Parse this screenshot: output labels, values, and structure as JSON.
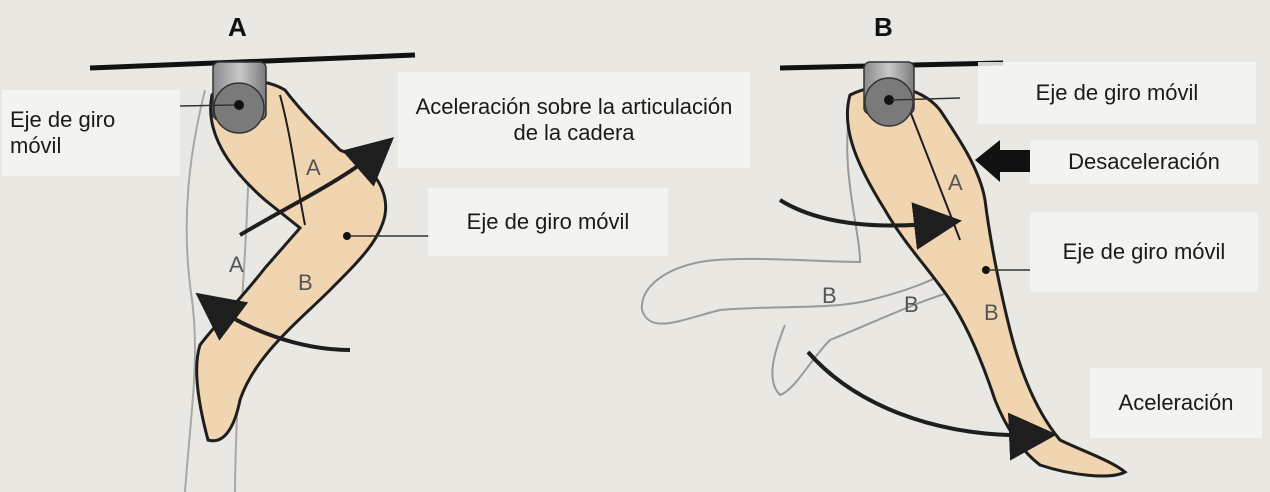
{
  "panel_a": {
    "letter": "A",
    "labels": {
      "pivot": "Eje de giro móvil",
      "hip_acceleration": "Aceleración sobre la articulación de la cadera",
      "knee_pivot": "Eje de giro móvil"
    },
    "segments": {
      "thigh": "A",
      "shank": "B",
      "back_leg": "A"
    }
  },
  "panel_b": {
    "letter": "B",
    "labels": {
      "pivot": "Eje de giro móvil",
      "deceleration": "Desaceleración",
      "knee_pivot": "Eje de giro móvil",
      "acceleration": "Aceleración"
    },
    "segments": {
      "thigh": "A",
      "shank": "B",
      "back_thigh": "B",
      "back_shank": "B"
    }
  },
  "colors": {
    "background": "#e9e8e3",
    "limb_fill": "#f0d5b0",
    "outline": "#1e1e1e",
    "ghost_outline": "#9a9a9a",
    "pivot": "#6b6b6b"
  }
}
